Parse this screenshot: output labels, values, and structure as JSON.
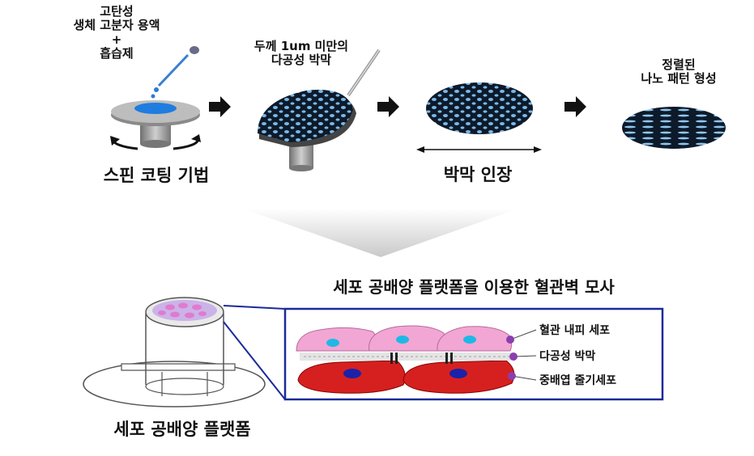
{
  "top_process": {
    "step1_label": [
      "고탄성",
      "생체 고분자 용액",
      "+",
      "흡습제"
    ],
    "step1_caption": "스핀 코팅 기법",
    "step2_label": [
      "두께 1um 미만의",
      "다공성 박막"
    ],
    "step3_caption": "박막 인장",
    "step4_label": [
      "정렬된",
      "나노 패턴 형성"
    ]
  },
  "bottom": {
    "title": "세포 공배양 플랫폼을 이용한 혈관벽 모사",
    "platform_caption": "세포 공배양 플랫폼",
    "legend": [
      "혈관 내피 세포",
      "다공성 박막",
      "중배엽 줄기세포"
    ]
  },
  "colors": {
    "arrow": "#111111",
    "film_blue": "#7ab8e8",
    "endothelial": "#f2a6d4",
    "stem_cell": "#d62020",
    "legend_dot": "#8a3fb0",
    "inset_border": "#1a2a9a"
  }
}
